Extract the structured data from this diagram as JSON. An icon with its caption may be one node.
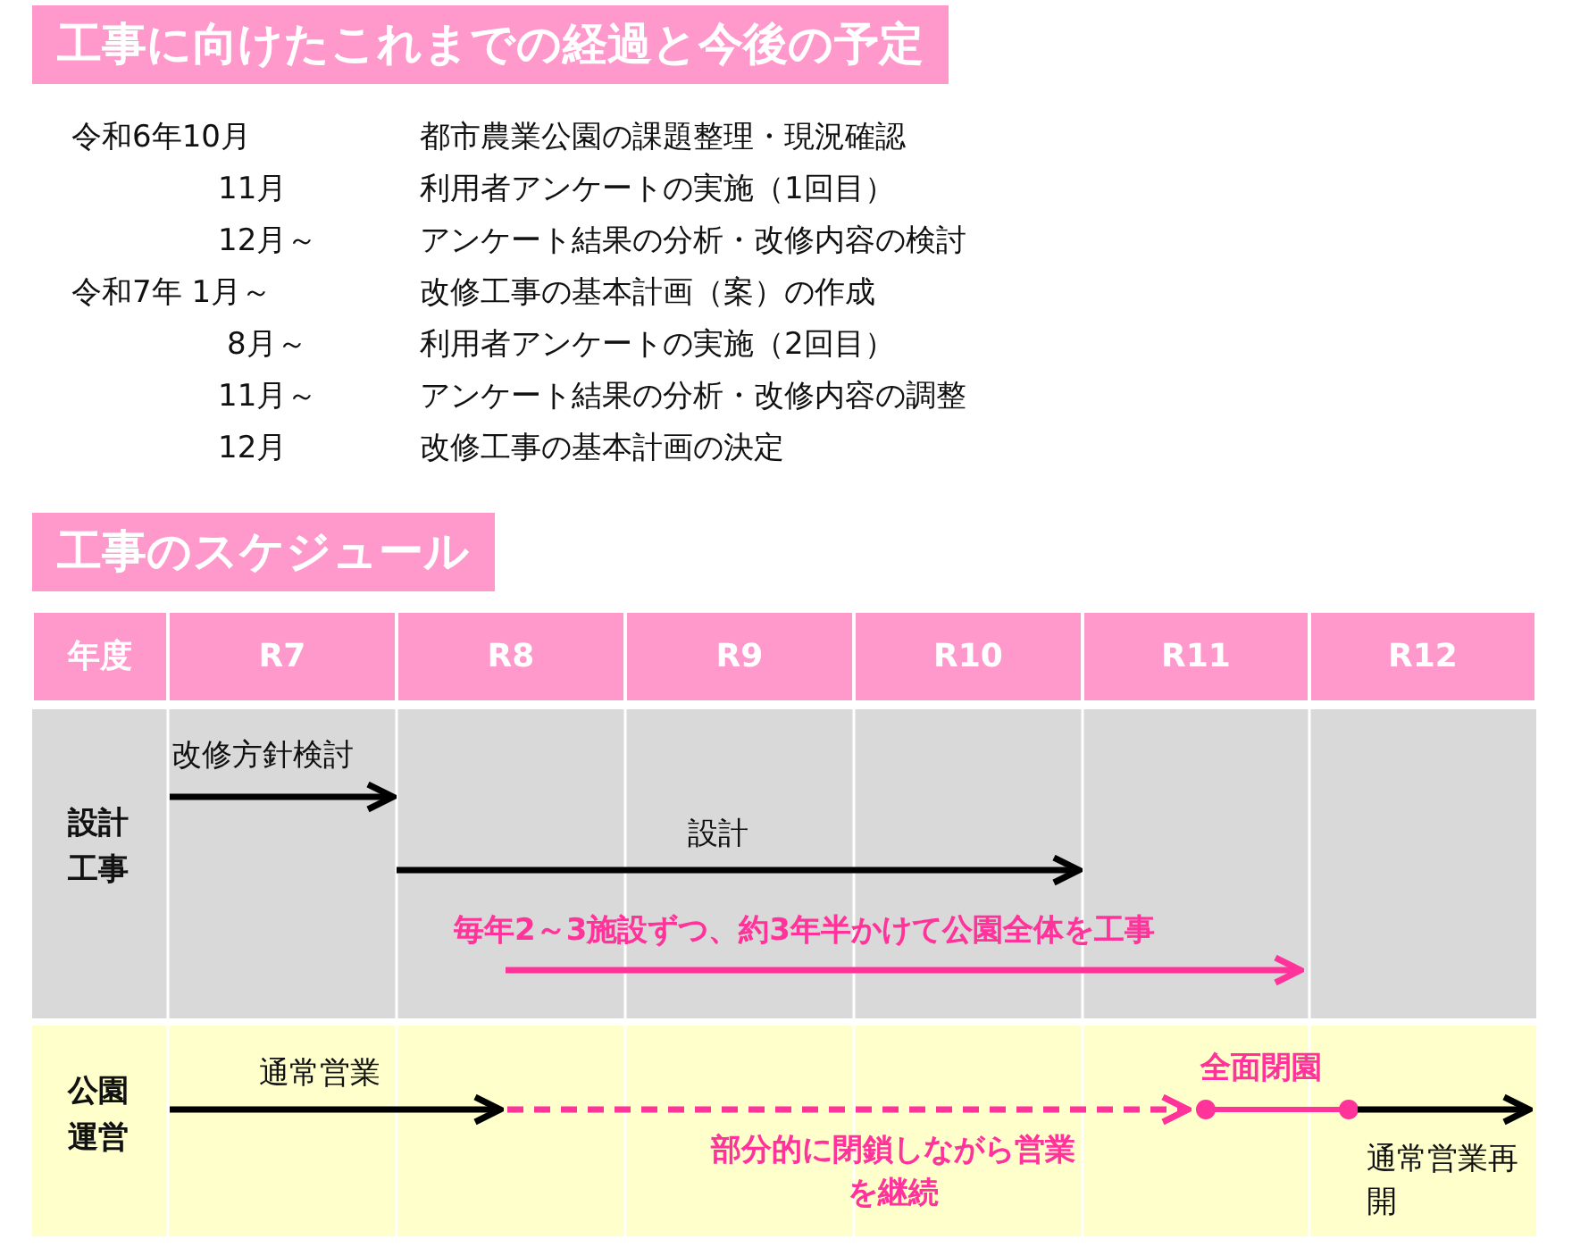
{
  "diagram": {
    "labels": [
      "工事に向けたこれまでの経過と今後の予定",
      "令和6年10月",
      "都市農業公園の課題整理・現況確認",
      "11月",
      "利用者アンケートの実施（1回目）",
      "12月～",
      "アンケート結果の分析・改修内容の検討",
      "令和7年 1月～",
      "改修工事の基本計画（案）の作成",
      "8月～",
      "利用者アンケートの実施（2回目）",
      "11月～",
      "アンケート結果の分析・改修内容の調整",
      "12月",
      "改修工事の基本計画の決定",
      "工事のスケジュール",
      "年度",
      "R7",
      "R8",
      "R9",
      "R10",
      "R11",
      "R12",
      "設計工事",
      "改修方針検討",
      "設計",
      "毎年2～3施設ずつ、約3年半かけて公園全体を工事",
      "公園運営",
      "通常営業",
      "全面閉園",
      "部分的に閉鎖しながら営業を継続",
      "通常営業再開"
    ]
  }
}
